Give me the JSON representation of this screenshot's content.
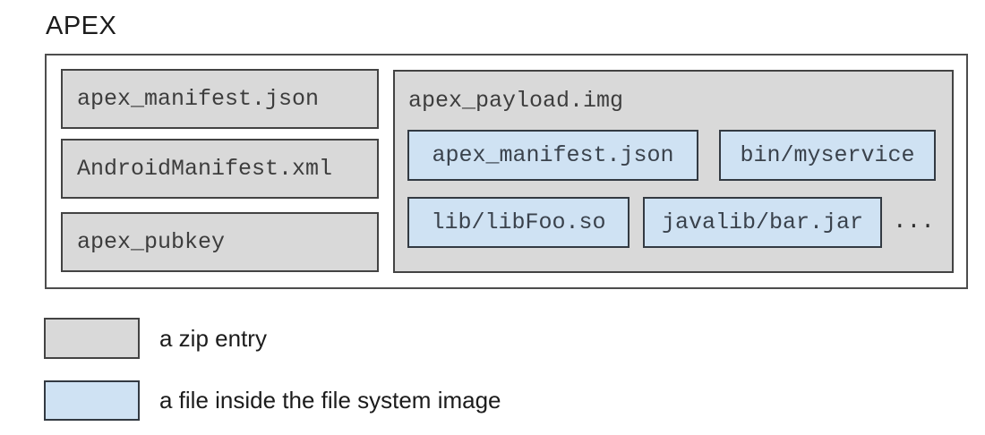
{
  "title": "APEX",
  "diagram": {
    "zip_entries": [
      "apex_manifest.json",
      "AndroidManifest.xml",
      "apex_pubkey"
    ],
    "payload": {
      "label": "apex_payload.img",
      "files_row1": [
        "apex_manifest.json",
        "bin/myservice"
      ],
      "files_row2": [
        "lib/libFoo.so",
        "javalib/bar.jar"
      ],
      "ellipsis": "..."
    }
  },
  "legend": [
    {
      "swatch": "zip-entry",
      "label": "a zip entry"
    },
    {
      "swatch": "fs-image-file",
      "label": "a file inside the file system image"
    }
  ],
  "colors": {
    "zip_entry_fill": "#d9d9d9",
    "zip_entry_border": "#434343",
    "fs_file_fill": "#cfe2f3",
    "fs_file_border": "#333a42",
    "outer_border": "#4d4d4d"
  }
}
